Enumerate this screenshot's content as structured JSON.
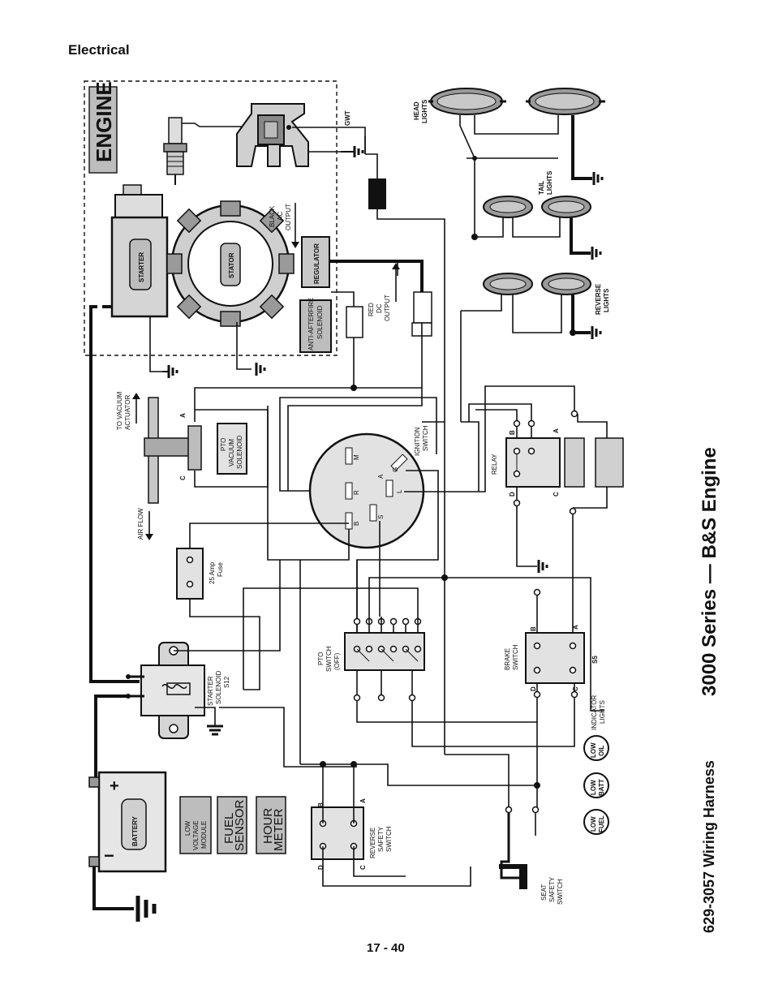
{
  "header": {
    "section": "Electrical"
  },
  "footer": {
    "page": "17 - 40"
  },
  "title": {
    "main": "3000 Series — B&S Engine",
    "sub": "629-3057 Wiring Harness"
  },
  "engine_box": {
    "label": "ENGINE"
  },
  "components": {
    "starter": "STARTER",
    "stator": "STATOR",
    "regulator": "REGULATOR",
    "anti_afterfire": [
      "ANTI-AFTERFIRE",
      "SOLENOID"
    ],
    "black_ac": [
      "BLACK",
      "AC",
      "OUTPUT"
    ],
    "red_dc": [
      "RED",
      "DC",
      "OUTPUT"
    ],
    "gwt": "GWT",
    "battery": "BATTERY",
    "low_voltage": [
      "LOW",
      "VOLTAGE",
      "MODULE"
    ],
    "fuel_sensor": [
      "FUEL",
      "SENSOR"
    ],
    "hour_meter": [
      "HOUR",
      "METER"
    ],
    "starter_solenoid": [
      "STARTER",
      "SOLENOID",
      "S12"
    ],
    "fuse": [
      "25 Amp",
      "Fuse"
    ],
    "pto_vacuum": [
      "PTO",
      "VACUUM",
      "SOLENOID"
    ],
    "to_vacuum": [
      "TO VACUUM",
      "ACTUATOR"
    ],
    "air_flow": "AIR FLOW",
    "ignition": [
      "IGNITION",
      "SWITCH"
    ],
    "ignition_terminals": [
      "B",
      "R",
      "S",
      "M",
      "A",
      "L",
      "G"
    ],
    "pto_switch": [
      "PTO",
      "SWITCH",
      "(OFF)"
    ],
    "brake_switch": [
      "BRAKE",
      "SWITCH"
    ],
    "s5": "S5",
    "relay": "RELAY",
    "reverse_safety": [
      "REVERSE",
      "SAFETY",
      "SWITCH"
    ],
    "seat_safety": [
      "SEAT",
      "SAFETY",
      "SWITCH"
    ],
    "indicator": [
      "INDICATOR",
      "LIGHTS"
    ],
    "low_fuel": [
      "LOW",
      "FUEL"
    ],
    "low_batt": [
      "LOW",
      "BATT"
    ],
    "low_oil": [
      "LOW",
      "OIL"
    ],
    "head_lights": [
      "HEAD",
      "LIGHTS"
    ],
    "tail_lights": [
      "TAIL",
      "LIGHTS"
    ],
    "reverse_lights": [
      "REVERSE",
      "LIGHTS"
    ],
    "letters": {
      "A": "A",
      "B": "B",
      "C": "C",
      "D": "D"
    }
  },
  "colors": {
    "ink": "#111111",
    "fill_gray": "#e6e6e6",
    "dark_gray": "#9a9a9a"
  }
}
